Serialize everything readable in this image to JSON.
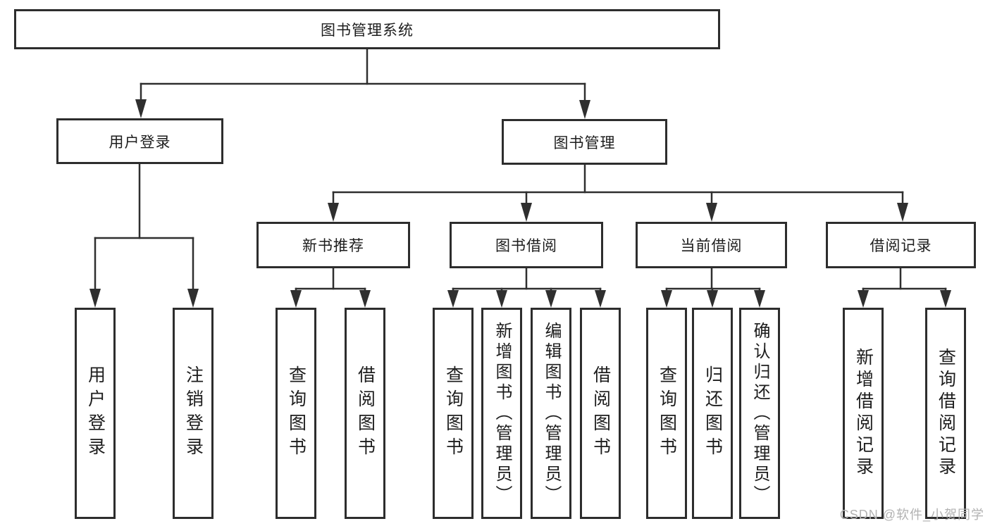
{
  "tree": {
    "root": {
      "label": "图书管理系统",
      "children": [
        {
          "label": "用户登录",
          "children": [
            {
              "label": "用户登录"
            },
            {
              "label": "注销登录"
            }
          ]
        },
        {
          "label": "图书管理",
          "children": [
            {
              "label": "新书推荐",
              "children": [
                {
                  "label": "查询图书"
                },
                {
                  "label": "借阅图书"
                }
              ]
            },
            {
              "label": "图书借阅",
              "children": [
                {
                  "label": "查询图书"
                },
                {
                  "label": "新增图书（管理员）"
                },
                {
                  "label": "编辑图书（管理员）"
                },
                {
                  "label": "借阅图书"
                }
              ]
            },
            {
              "label": "当前借阅",
              "children": [
                {
                  "label": "查询图书"
                },
                {
                  "label": "归还图书"
                },
                {
                  "label": "确认归还（管理员）"
                }
              ]
            },
            {
              "label": "借阅记录",
              "children": [
                {
                  "label": "新增借阅记录"
                },
                {
                  "label": "查询借阅记录"
                }
              ]
            }
          ]
        }
      ]
    }
  },
  "watermark": {
    "text": "CSDN @软件_小贺同学"
  },
  "colors": {
    "line": "#2f2f2f",
    "box_border": "#2d2d2d",
    "box_fill": "#ffffff",
    "text": "#1d1d1d",
    "watermark": "#b2b2b2"
  }
}
